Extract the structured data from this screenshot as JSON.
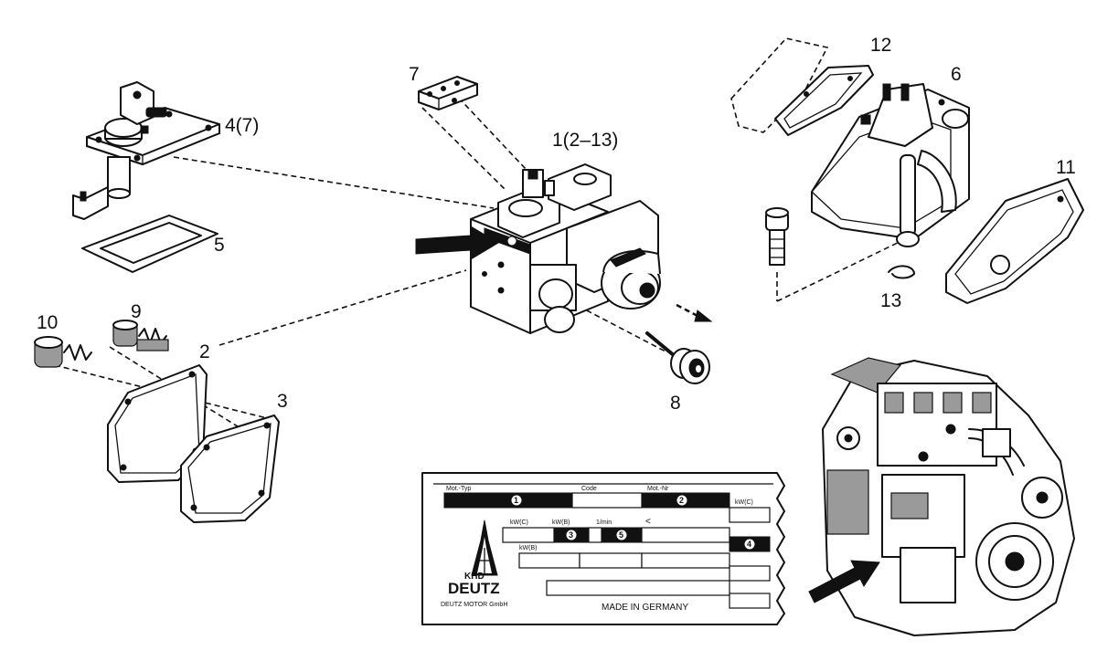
{
  "callouts": {
    "c1": "1(2–13)",
    "c2": "2",
    "c3": "3",
    "c4": "4(7)",
    "c5": "5",
    "c6": "6",
    "c7": "7",
    "c8": "8",
    "c9": "9",
    "c10": "10",
    "c11": "11",
    "c12": "12",
    "c13": "13"
  },
  "nameplate": {
    "field_mot_typ": "Mot.-Typ",
    "field_code": "Code",
    "field_mot_nr": "Mot.-Nr",
    "field_kw": "kW(C)",
    "field_kw2": "kW(C)",
    "field_kw3": "kW(B)",
    "field_rpm": "1/min",
    "field_kwb": "kW(B)",
    "field_arrow": "<",
    "markers": [
      "1",
      "2",
      "3",
      "5",
      "4"
    ],
    "brand_top": "KHD",
    "brand": "DEUTZ",
    "company": "DEUTZ MOTOR GmbH",
    "made_in": "MADE IN GERMANY"
  },
  "colors": {
    "ink": "#111111",
    "paper": "#ffffff",
    "shade": "#9a9a9a"
  }
}
